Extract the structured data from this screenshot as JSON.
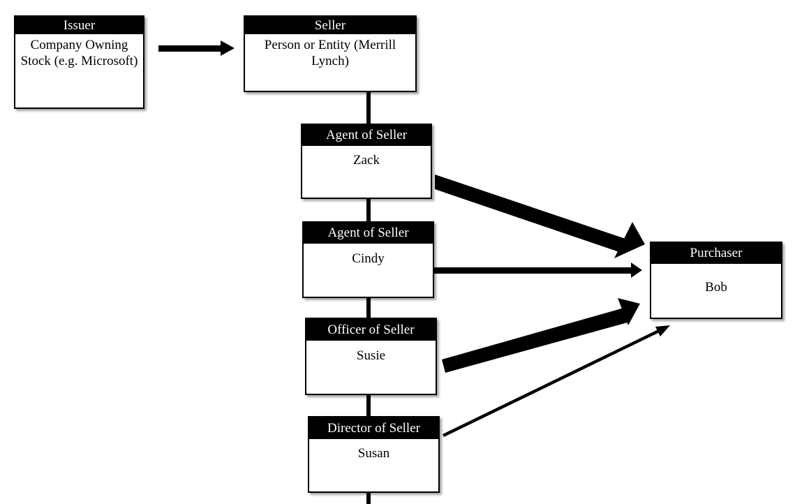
{
  "colors": {
    "box_border": "#000000",
    "header_background": "#000000",
    "header_text": "#ffffff",
    "body_text": "#000000",
    "arrow": "#000000"
  },
  "nodes": {
    "issuer": {
      "title": "Issuer",
      "body": "Company Owning Stock (e.g. Microsoft)"
    },
    "seller": {
      "title": "Seller",
      "body": "Person or Entity (Merrill Lynch)"
    },
    "agent_zack": {
      "title": "Agent of Seller",
      "body": "Zack"
    },
    "agent_cindy": {
      "title": "Agent of Seller",
      "body": "Cindy"
    },
    "officer": {
      "title": "Officer of Seller",
      "body": "Susie"
    },
    "director": {
      "title": "Director of Seller",
      "body": "Susan"
    },
    "purchaser": {
      "title": "Purchaser",
      "body": "Bob"
    }
  }
}
